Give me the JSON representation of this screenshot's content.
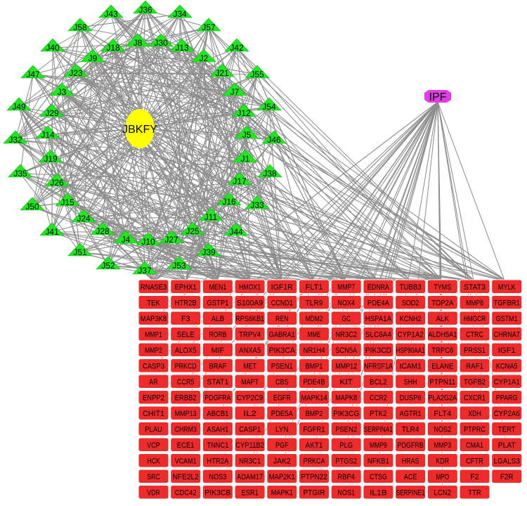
{
  "hubs": {
    "formula": {
      "label": "JBKFY",
      "color": "#ffff00"
    },
    "disease": {
      "label": "IPF",
      "color": "#e13ce6"
    }
  },
  "colors": {
    "compound": "#1ee81e",
    "gene": "#ee2a2a",
    "edge": "#8c8c8c"
  },
  "compounds": [
    "J43",
    "J36",
    "J34",
    "J58",
    "J57",
    "J40",
    "J18",
    "J8",
    "J30",
    "J13",
    "J42",
    "J9",
    "J2",
    "J23",
    "J21",
    "J47",
    "J55",
    "J3",
    "J7",
    "J49",
    "J29",
    "J54",
    "J12",
    "J5",
    "J46",
    "J32",
    "J14",
    "J19",
    "J1",
    "J35",
    "J26",
    "J38",
    "J17",
    "J50",
    "J15",
    "J16",
    "J33",
    "J24",
    "J11",
    "J41",
    "J28",
    "J4",
    "J10",
    "J27",
    "J25",
    "J44",
    "J51",
    "J39",
    "J52",
    "J37",
    "J53"
  ],
  "genes": [
    [
      "RNASE3",
      "EPHX1",
      "MEN1",
      "HMOX1",
      "IGF1R",
      "FLT1",
      "MMP7",
      "EDNRA",
      "TUBB3",
      "TYMS",
      "STAT3",
      "MYLK"
    ],
    [
      "TEK",
      "HTR2B",
      "GSTP1",
      "S100A9",
      "CCND1",
      "TLR9",
      "NOX4",
      "PDE4A",
      "SOD2",
      "TOP2A",
      "MMP8",
      "TGFBR1"
    ],
    [
      "MAP3K8",
      "F3",
      "ALB",
      "RPS6KB1",
      "REN",
      "MDM2",
      "GC",
      "HSPA1A",
      "KCNH2",
      "ALK",
      "HMGCR",
      "GSTM1"
    ],
    [
      "MMP1",
      "SELE",
      "RORB",
      "TRPV4",
      "GABRA1",
      "MME",
      "NR3C2",
      "SLC6A4",
      "CYP1A2",
      "ALDH5A1",
      "CTRC",
      "CHRNA7"
    ],
    [
      "MMP2",
      "ALOX5",
      "MIF",
      "ANXA5",
      "PIK3CA",
      "NR1H4",
      "SCN5A",
      "PIK3CD",
      "HSP90AA1",
      "TRPC6",
      "PRSS1",
      "IGF1"
    ],
    [
      "CASP3",
      "PRKCD",
      "BRAF",
      "MET",
      "PSEN1",
      "BMP1",
      "MMP12",
      "NFRSF1A",
      "ICAM1",
      "ELANE",
      "RAF1",
      "KCNA5"
    ],
    [
      "AR",
      "CCR5",
      "STAT1",
      "MAPT",
      "CBS",
      "PDE4B",
      "KIT",
      "BCL2",
      "SHH",
      "PTPN11",
      "TGFB2",
      "CYP1A1"
    ],
    [
      "ENPP2",
      "ERBB2",
      "PDGFRA",
      "CYP2C9",
      "EGFR",
      "MAPK14",
      "MAPK8",
      "CCR2",
      "DUSP6",
      "PLA2G2A",
      "CXCR1",
      "PPARG"
    ],
    [
      "CHIT1",
      "MMP13",
      "ABCB1",
      "IL2",
      "PDE5A",
      "BMP2",
      "PIK3CG",
      "PTK2",
      "AGTR1",
      "FLT4",
      "XDH",
      "CYP2A6"
    ],
    [
      "PLAU",
      "CHRM3",
      "ASAH1",
      "CASP1",
      "LYN",
      "FGFR1",
      "PSEN2",
      "SERPINA1",
      "TLR4",
      "NOS2",
      "PTPRC",
      "TERT"
    ],
    [
      "VCP",
      "ECE1",
      "TNNC1",
      "CYP11B2",
      "PGF",
      "AKT1",
      "PLG",
      "MMP9",
      "PDGFRB",
      "MMP3",
      "CMA1",
      "PLAT"
    ],
    [
      "HCK",
      "VCAM1",
      "HTR2A",
      "NR3C1",
      "JAK2",
      "PRKCA",
      "PTGS2",
      "NFKB1",
      "HRAS",
      "KDR",
      "CFTR",
      "LGALS3"
    ],
    [
      "SRC",
      "NFE2L2",
      "NOS3",
      "ADAM17",
      "MAP2K1",
      "PTPN22",
      "RBP4",
      "CTSG",
      "ACE",
      "MPO",
      "F2",
      "F2R"
    ],
    [
      "VDR",
      "CDC42",
      "PIK3CB",
      "ESR1",
      "MAPK1",
      "PTGIR",
      "NOS1",
      "IL1B",
      "SERPINE1",
      "LCN2",
      "TTR"
    ]
  ]
}
